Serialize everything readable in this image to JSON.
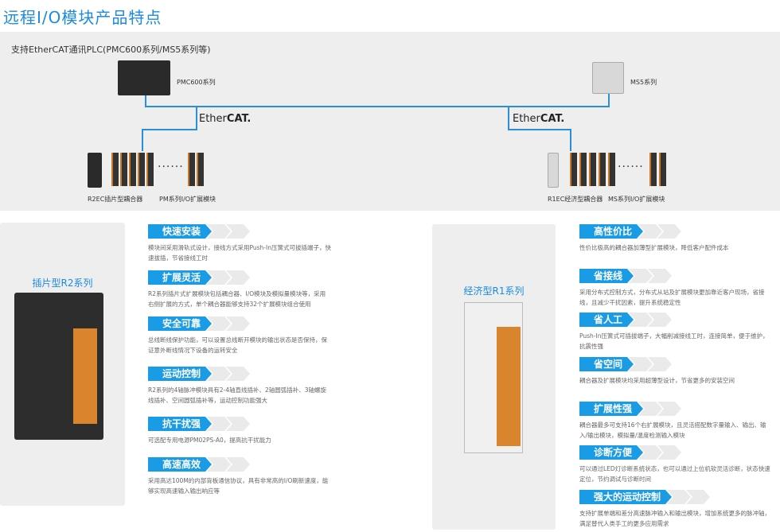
{
  "title": "远程I/O模块产品特点",
  "topology": {
    "heading": "支持EtherCAT通讯PLC(PMC600系列/MS5系列等)",
    "pmc600_label": "PMC600系列",
    "ms5_label": "MS5系列",
    "ethercat_left": {
      "a": "Ether",
      "b": "CAT."
    },
    "ethercat_right": {
      "a": "Ether",
      "b": "CAT."
    },
    "dots": "······",
    "r2ec_label": "R2EC插片型耦合器",
    "pm_label": "PM系列I/O扩展模块",
    "r1ec_label": "R1EC经济型耦合器",
    "ms_label": "MS系列I/O扩展模块"
  },
  "left_series": "插片型R2系列",
  "right_series": "经济型R1系列",
  "r2_features": [
    {
      "title": "快速安装",
      "desc": "模块间采用滑轨式设计，接线方式采用Push-In压簧式可拔插端子，快速拔插，节省接线工时"
    },
    {
      "title": "扩展灵活",
      "desc": "R2系列插片式扩展模块包括耦合器、I/O模块及模拟量模块等，采用右侧扩展的方式，单个耦合器能够支持32个扩展模块组合使用"
    },
    {
      "title": "安全可靠",
      "desc": "总线断线保护功能，可以设置总线断开模块的输出状态是否保持，保证意外断线情况下设备的运转安全"
    },
    {
      "title": "运动控制",
      "desc": "R2系列的4轴脉冲模块具有2-4轴直线插补、2轴圆弧插补、3轴螺旋线插补、空间圆弧插补等，运动控制功能强大"
    },
    {
      "title": "抗干扰强",
      "desc": "可选配专用电源PM02PS-A0，提高抗干扰能力"
    },
    {
      "title": "高速高效",
      "desc": "采用高达100M的内部背板通信协议，具有非常高的I/O刷新速度，能够实现高速输入输出响应等"
    }
  ],
  "r1_features": [
    {
      "title": "高性价比",
      "desc": "性价比极高的耦合器加薄型扩展模块，降低客户配件成本"
    },
    {
      "title": "省接线",
      "desc": "采用分布式控制方式，分布式从站及扩展模块更加靠近客户现场，省接线，且减少干扰因素，提升系统稳定性"
    },
    {
      "title": "省人工",
      "desc": "Push-In压簧式可插拔端子，大幅削减接线工时，连接简单，便于维护，抗震性强"
    },
    {
      "title": "省空间",
      "desc": "耦合器及扩展模块均采用超薄型设计，节省更多的安装空间"
    },
    {
      "title": "扩展性强",
      "desc": "耦合器最多可支持16个右扩展模块，且灵活搭配数字量输入、输出、输入/输出模块，模拟量/温度检测输入模块"
    },
    {
      "title": "诊断方便",
      "desc": "可以通过LED灯诊断系统状态，也可以通过上位机软灵活诊断，状态快速定位，节约调试与诊断时间"
    },
    {
      "title": "强大的运动控制",
      "desc": "支持扩展单端和差分高速脉冲输入和输出模块，增加系统更多的脉冲轴，满足替代人类手工的更多应用需求"
    }
  ]
}
